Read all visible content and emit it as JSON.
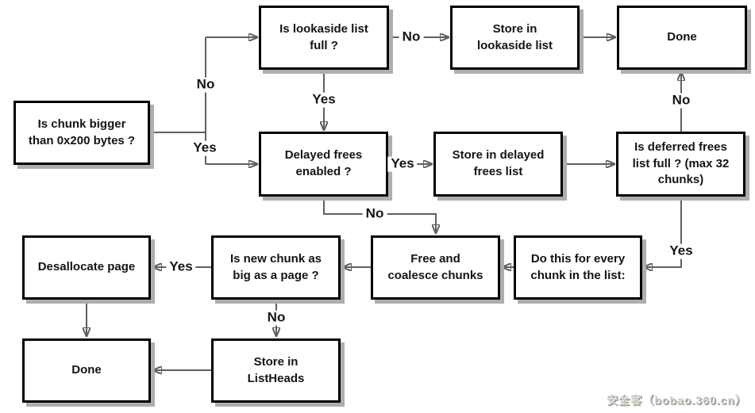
{
  "nodes": {
    "lookaside_full": "Is lookaside list\nfull ?",
    "store_lookaside": "Store in\nlookaside list",
    "done_top": "Done",
    "chunk_bigger": "Is chunk bigger\nthan 0x200 bytes ?",
    "delayed_frees": "Delayed frees\nenabled ?",
    "store_delayed": "Store in delayed\nfrees list",
    "deferred_full": "Is deferred frees\nlist full ? (max 32\nchunks)",
    "desallocate_page": "Desallocate page",
    "new_chunk_page": "Is new chunk as\nbig as a page ?",
    "free_coalesce": "Free and\ncoalesce chunks",
    "do_every_chunk": "Do this for every\nchunk in the list:",
    "done_bottom": "Done",
    "store_listheads": "Store in\nListHeads"
  },
  "edge_labels": {
    "no_branch_to_lookaside": "No",
    "yes_branch_to_delayed": "Yes",
    "yes_lookaside_full": "Yes",
    "no_lookaside_full": "No",
    "no_deferred_full": "No",
    "yes_delayed_enabled": "Yes",
    "yes_deferred_full": "Yes",
    "no_delayed_enabled": "No",
    "yes_new_chunk": "Yes",
    "no_new_chunk": "No"
  },
  "watermark": "安全客（bobao.360.cn）"
}
